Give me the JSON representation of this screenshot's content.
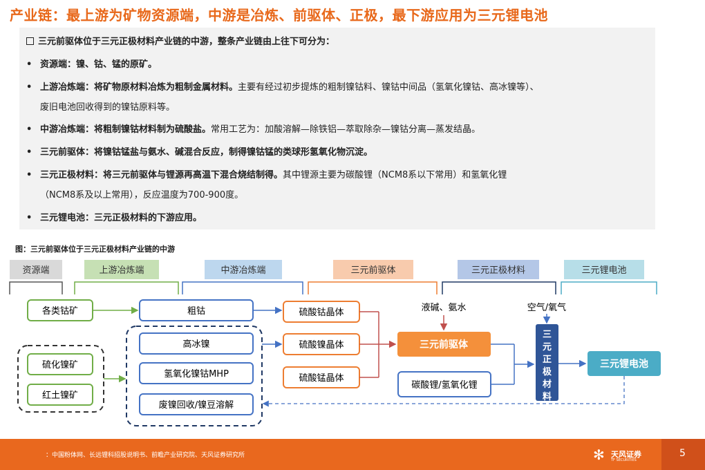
{
  "title": "产业链：最上游为矿物资源端，中游是冶炼、前驱体、正极，最下游应用为三元锂电池",
  "info": {
    "intro": "三元前驱体位于三元正极材料产业链的中游，整条产业链由上往下可分为：",
    "items": [
      {
        "bold": "资源端：镍、钴、锰的原矿。",
        "rest": ""
      },
      {
        "bold": "上游冶炼端：将矿物原材料冶炼为粗制金属材料。",
        "rest": "主要有经过初步提炼的粗制镍钴料、镍钴中间品（氢氧化镍钴、高冰镍等）、",
        "cont": "废旧电池回收得到的镍钴原料等。"
      },
      {
        "bold": "中游冶炼端：将粗制镍钴材料制为硫酸盐。",
        "rest": "常用工艺为：加酸溶解—除铁铝—萃取除杂—镍钴分离—蒸发结晶。"
      },
      {
        "bold": "三元前驱体：将镍钴锰盐与氨水、碱混合反应，制得镍钴锰的类球形氢氧化物沉淀。",
        "rest": ""
      },
      {
        "bold": "三元正极材料：将三元前驱体与锂源再高温下混合烧结制得。",
        "rest": "其中锂源主要为碳酸锂（NCM8系以下常用）和氢氧化锂",
        "cont": "（NCM8系及以上常用），反应温度为700-900度。"
      },
      {
        "bold": "三元锂电池：三元正极材料的下游应用。",
        "rest": ""
      }
    ]
  },
  "figure_caption": "图：三元前驱体位于三元正极材料产业链的中游",
  "diagram": {
    "stages": [
      "资源端",
      "上游冶炼端",
      "中游冶炼端",
      "三元前驱体",
      "三元正极材料",
      "三元锂电池"
    ],
    "nodes": {
      "ore": "各类钴矿",
      "sulfide_ore": "硫化镍矿",
      "laterite_ore": "红土镍矿",
      "crude_cobalt": "粗钴",
      "matte": "高冰镍",
      "mhp": "氢氧化镍钴MHP",
      "recycle": "废镍回收/镍豆溶解",
      "co_sulfate": "硫酸钴晶体",
      "ni_sulfate": "硫酸镍晶体",
      "mn_sulfate": "硫酸锰晶体",
      "alkali": "液碱、氨水",
      "precursor": "三元前驱体",
      "lithium": "碳酸锂/氢氧化锂",
      "air": "空气/氧气",
      "cathode": "三元正极材料",
      "battery": "三元锂电池"
    }
  },
  "colors": {
    "accent": "#e8681a",
    "stage_gray": "#d9d9d9",
    "stage_green": "#c6e0b4",
    "stage_blue": "#bdd7ee",
    "stage_orange": "#f8cbad",
    "stage_navy": "#b4c7e7",
    "stage_teal": "#b7dee8",
    "node_green": "#70ad47",
    "node_blue": "#4472c4",
    "node_orange": "#ed7d31",
    "precursor_fill": "#f4903b",
    "cathode_fill": "#2f5597",
    "battery_fill": "#4bacc6",
    "arrow_red": "#c0504d"
  },
  "footer": {
    "source": "：中国粉体网、长远锂科招股说明书、前瞻产业研究院、天风证券研究所",
    "logo_name": "天风证券",
    "logo_sub": "TF SECURITIES",
    "page": "5"
  }
}
